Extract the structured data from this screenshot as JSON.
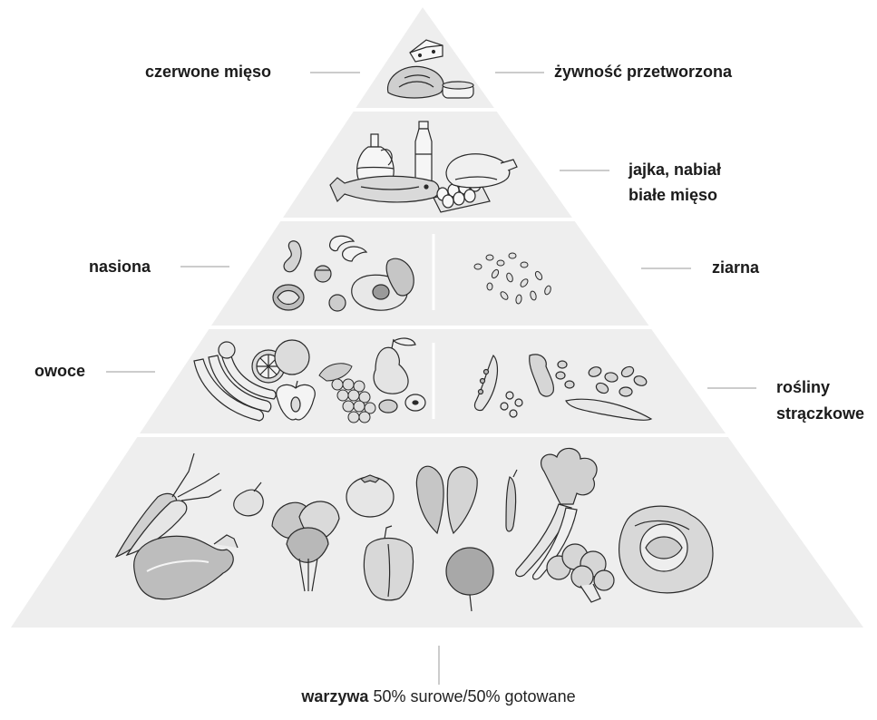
{
  "tiers": {
    "top": {
      "left_label": "czerwone mięso",
      "right_label": "żywność przetworzona"
    },
    "second": {
      "right_label_line1": "jajka, nabiał",
      "right_label_line2": "białe mięso"
    },
    "third": {
      "left_label": "nasiona",
      "right_label": "ziarna"
    },
    "fourth": {
      "left_label": "owoce",
      "right_label_line1": "rośliny",
      "right_label_line2": "strączkowe"
    },
    "base": {
      "caption_bold": "warzywa",
      "caption_rest": " 50% surowe/50% gotowane"
    }
  },
  "colors": {
    "pyramid_fill": "#eeeeee",
    "separator": "#ffffff",
    "connector": "#aaaaaa",
    "ink": "#2a2a2a"
  },
  "icons": [
    "cheese-icon",
    "steak-icon",
    "sausage-icon",
    "oil-bottle-icon",
    "milk-bottle-icon",
    "fish-icon",
    "eggs-icon",
    "chicken-icon",
    "peanut-icon",
    "cashew-icon",
    "walnut-icon",
    "hazelnut-icon",
    "avocado-icon",
    "grain-icon",
    "banana-icon",
    "orange-icon",
    "apple-icon",
    "grapes-icon",
    "pear-icon",
    "kiwi-icon",
    "pea-pod-icon",
    "beans-icon",
    "carrot-icon",
    "onion-icon",
    "eggplant-icon",
    "spinach-icon",
    "tomato-icon",
    "pepper-icon",
    "beetroot-icon",
    "chili-icon",
    "celery-icon",
    "broccoli-icon",
    "cabbage-icon"
  ]
}
